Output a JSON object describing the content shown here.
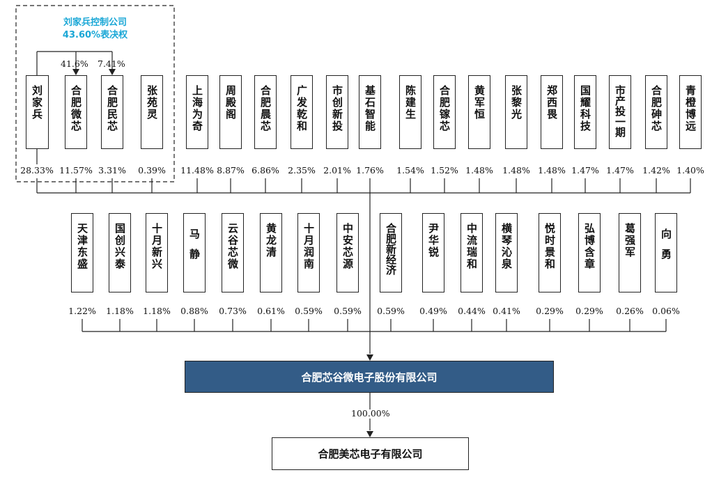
{
  "control_group": {
    "title": "刘家兵控制公司",
    "subtitle": "43.60%表决权",
    "link_percents": [
      "41.6%",
      "7.41%"
    ]
  },
  "row1": [
    {
      "name": "刘家兵",
      "pct": "28.33%"
    },
    {
      "name": "合肥微芯",
      "pct": "11.57%"
    },
    {
      "name": "合肥民芯",
      "pct": "3.31%"
    },
    {
      "name": "张苑灵",
      "pct": "0.39%"
    },
    {
      "name": "上海为奇",
      "pct": "11.48%"
    },
    {
      "name": "周殿阁",
      "pct": "8.87%"
    },
    {
      "name": "合肥晨芯",
      "pct": "6.86%"
    },
    {
      "name": "广发乾和",
      "pct": "2.35%"
    },
    {
      "name": "市创新投",
      "pct": "2.01%"
    },
    {
      "name": "基石智能",
      "pct": "1.76%"
    },
    {
      "name": "陈建生",
      "pct": "1.54%"
    },
    {
      "name": "合肥镓芯",
      "pct": "1.52%"
    },
    {
      "name": "黄军恒",
      "pct": "1.48%"
    },
    {
      "name": "张黎光",
      "pct": "1.48%"
    },
    {
      "name": "郑西畏",
      "pct": "1.48%"
    },
    {
      "name": "国耀科技",
      "pct": "1.47%"
    },
    {
      "name": "市产投一期",
      "pct": "1.47%"
    },
    {
      "name": "合肥砷芯",
      "pct": "1.42%"
    },
    {
      "name": "青橙博远",
      "pct": "1.40%"
    }
  ],
  "row2": [
    {
      "name": "天津东盛",
      "pct": "1.22%"
    },
    {
      "name": "国创兴泰",
      "pct": "1.18%"
    },
    {
      "name": "十月新兴",
      "pct": "1.18%"
    },
    {
      "name": "马静",
      "pct": "0.88%"
    },
    {
      "name": "云谷芯微",
      "pct": "0.73%"
    },
    {
      "name": "黄龙清",
      "pct": "0.61%"
    },
    {
      "name": "十月润南",
      "pct": "0.59%"
    },
    {
      "name": "中安芯源",
      "pct": "0.59%"
    },
    {
      "name": "合肥新经济",
      "pct": "0.59%"
    },
    {
      "name": "尹华锐",
      "pct": "0.49%"
    },
    {
      "name": "中流瑞和",
      "pct": "0.44%"
    },
    {
      "name": "横琴沁泉",
      "pct": "0.41%"
    },
    {
      "name": "悦时景和",
      "pct": "0.29%"
    },
    {
      "name": "弘博含章",
      "pct": "0.29%"
    },
    {
      "name": "葛强军",
      "pct": "0.26%"
    },
    {
      "name": "向勇",
      "pct": "0.06%"
    }
  ],
  "main_company": {
    "name": "合肥芯谷微电子股份有限公司",
    "fill": "#335c87",
    "text_color": "#ffffff"
  },
  "subsidiary": {
    "name": "合肥美芯电子有限公司",
    "pct": "100.00%"
  },
  "colors": {
    "line": "#222222",
    "accent": "#1aa7d6"
  }
}
